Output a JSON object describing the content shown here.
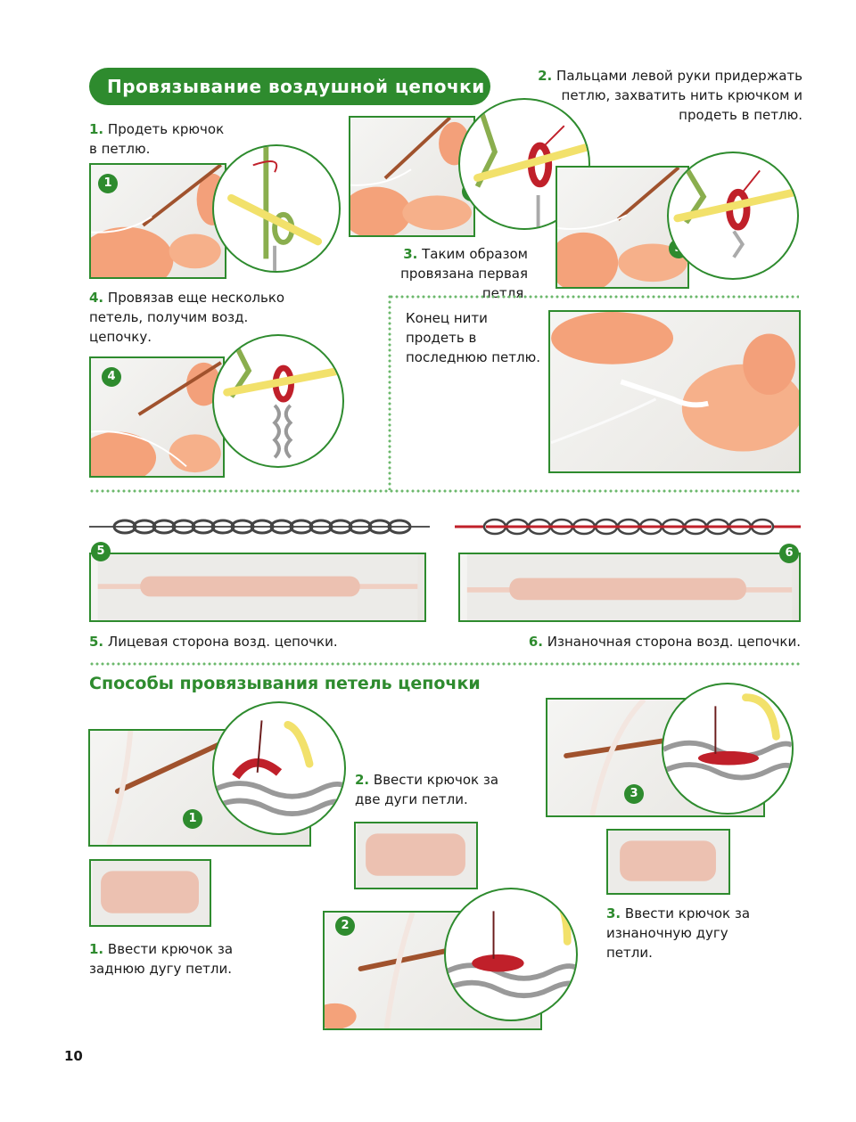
{
  "header": {
    "title": "Провязывание воздушной цепочки"
  },
  "steps_top": {
    "s1": {
      "num": "1.",
      "text": "Продеть крючок в петлю."
    },
    "s2": {
      "num": "2.",
      "text": "Пальцами левой руки придержать петлю, захватить нить крючком и продеть в петлю."
    },
    "s3": {
      "num": "3.",
      "text": "Таким образом провязана первая петля."
    },
    "s4": {
      "num": "4.",
      "text": "Провязав еще несколько петель, получим возд. цепочку."
    },
    "end": {
      "text": "Конец нити продеть в последнюю петлю."
    },
    "s5": {
      "num": "5.",
      "text": "Лицевая сторона возд. цепочки."
    },
    "s6": {
      "num": "6.",
      "text": "Изнаночная сторона возд. цепочки."
    }
  },
  "badges": {
    "b1": "1",
    "b2": "2",
    "b3": "3",
    "b4": "4",
    "b5": "5",
    "b6": "6",
    "c1": "1",
    "c2": "2",
    "c3": "3"
  },
  "section2": {
    "title": "Способы провязывания петель цепочки",
    "m1": {
      "num": "1.",
      "text": "Ввести крючок за заднюю дугу петли."
    },
    "m2": {
      "num": "2.",
      "text": "Ввести крючок за две дуги петли."
    },
    "m3": {
      "num": "3.",
      "text": "Ввести крючок за изнаночную дугу петли."
    }
  },
  "page_number": "10",
  "colors": {
    "accent": "#2e8b2e",
    "yarn_red": "#c0202a",
    "hook_yellow": "#f2e16b",
    "hook_copper": "#a0522d"
  },
  "icons": [
    "hand-hook-photo",
    "loop-diagram",
    "chain-diagram"
  ]
}
